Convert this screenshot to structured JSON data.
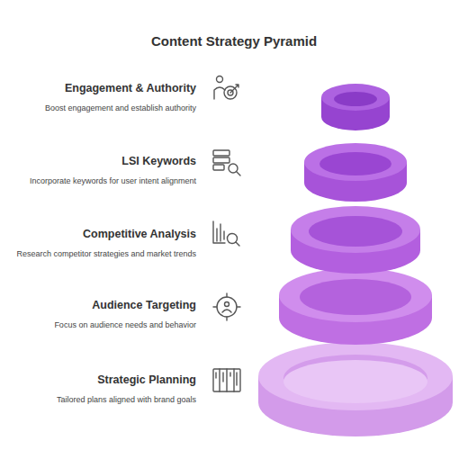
{
  "diagram": {
    "title": "Content Strategy Pyramid",
    "nodes": [
      {
        "text": [
          "Engagement & Authority",
          "Boost engagement and establish authority"
        ]
      },
      {
        "text": [
          "LSI Keywords",
          "Incorporate keywords for user intent alignment"
        ]
      },
      {
        "text": [
          "Competitive Analysis",
          "Research competitor strategies and market trends"
        ]
      },
      {
        "text": [
          "Audience Targeting",
          "Focus on audience needs and behavior"
        ]
      },
      {
        "text": [
          "Strategic Planning",
          "Tailored plans aligned with brand goals"
        ]
      }
    ]
  }
}
